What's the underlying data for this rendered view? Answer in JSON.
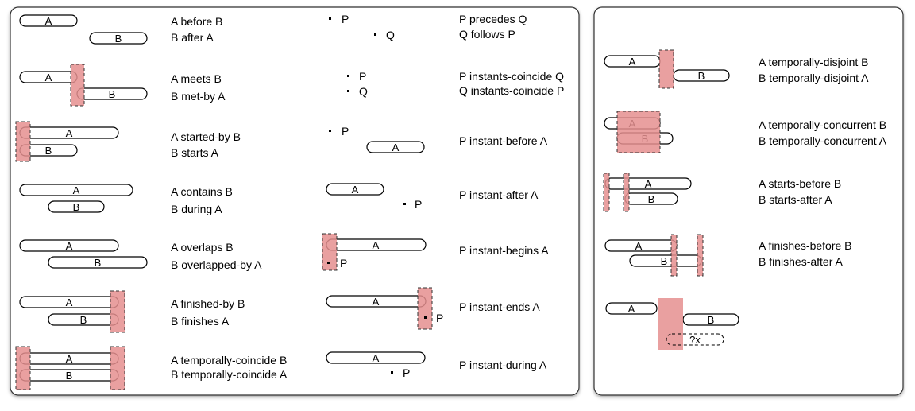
{
  "relations": {
    "before": {
      "l1": "A before B",
      "l2": "B after A"
    },
    "meets": {
      "l1": "A meets B",
      "l2": "B met-by A"
    },
    "starts": {
      "l1": "A started-by B",
      "l2": "B starts A"
    },
    "contains": {
      "l1": "A contains B",
      "l2": "B during A"
    },
    "overlaps": {
      "l1": "A overlaps B",
      "l2": "B overlapped-by A"
    },
    "finishes": {
      "l1": "A finished-by B",
      "l2": "B finishes A"
    },
    "coincide": {
      "l1": "A temporally-coincide B",
      "l2": "B temporally-coincide A"
    }
  },
  "instants": {
    "precedes": {
      "l1": "P precedes Q",
      "l2": "Q follows P"
    },
    "coincide": {
      "l1": "P instants-coincide Q",
      "l2": "Q instants-coincide P"
    },
    "before": {
      "l1": "P instant-before A"
    },
    "after": {
      "l1": "P instant-after A"
    },
    "begins": {
      "l1": "P instant-begins A"
    },
    "ends": {
      "l1": "P instant-ends A"
    },
    "during": {
      "l1": "P instant-during A"
    }
  },
  "right": {
    "disjoint": {
      "l1": "A temporally-disjoint B",
      "l2": "B temporally-disjoint A"
    },
    "concurrent": {
      "l1": "A temporally-concurrent B",
      "l2": "B temporally-concurrent A"
    },
    "startsbefore": {
      "l1": "A starts-before B",
      "l2": "B starts-after A"
    },
    "finishesbefore": {
      "l1": "A finishes-before B",
      "l2": "B finishes-after A"
    }
  },
  "bars": {
    "a": "A",
    "b": "B",
    "unknown": "?x"
  },
  "points": {
    "p": "P",
    "q": "Q"
  }
}
